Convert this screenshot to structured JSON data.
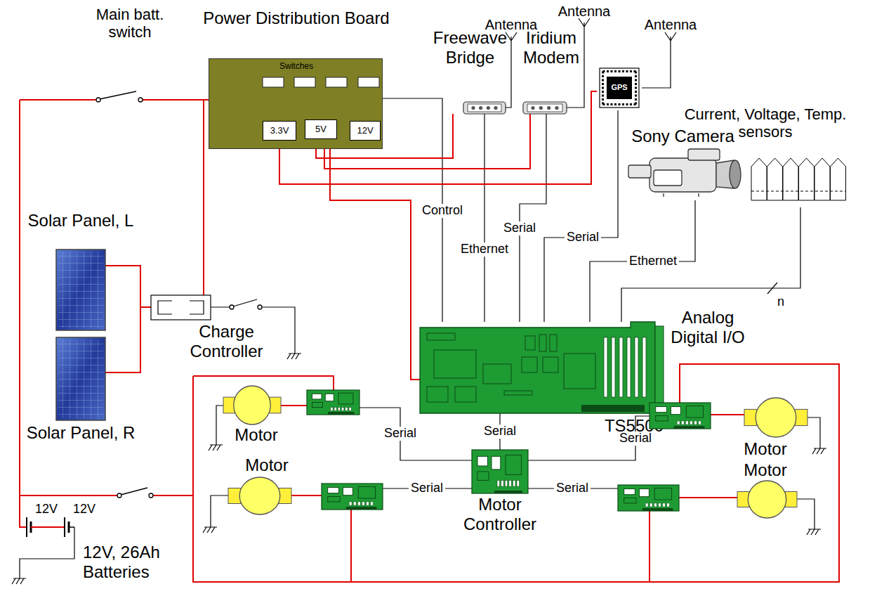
{
  "diagram": {
    "nodes": [
      {
        "text": [
          "Power Distribution Board",
          "Switches"
        ]
      },
      {
        "text": [
          "3.3V"
        ],
        "in": 0
      },
      {
        "text": [
          "5V"
        ],
        "in": 0
      },
      {
        "text": [
          "12V"
        ],
        "in": 0
      },
      {
        "text": [
          "Freewave Bridge"
        ]
      },
      {
        "text": [
          "Iridium Modem"
        ]
      },
      {
        "text": [
          "GPS"
        ]
      },
      {
        "text": [
          "Current, Voltage, Temp. sensors"
        ]
      },
      {
        "text": [
          "Sony Camera"
        ]
      },
      {
        "text": [
          "Solar Panel, L"
        ]
      },
      {
        "text": [
          "Charge Controller"
        ]
      },
      {
        "text": [
          "Solar Panel, R"
        ]
      },
      {
        "text": [
          "TS5500"
        ]
      },
      {
        "text": [
          "Motor"
        ]
      },
      {
        "text": [
          "Motor"
        ]
      },
      {
        "text": [
          "Motor"
        ]
      },
      {
        "text": [
          "Motor"
        ]
      },
      {
        "text": [
          "Motor Controller"
        ]
      }
    ],
    "edges": [
      {
        "from": 0,
        "to": 12,
        "arrow": "none",
        "label": "Control"
      },
      {
        "from": 4,
        "to": 12,
        "arrow": "none",
        "label": "Ethernet"
      },
      {
        "from": 5,
        "to": 12,
        "arrow": "none",
        "label": "Serial"
      },
      {
        "from": 6,
        "to": 12,
        "arrow": "none",
        "label": "Serial"
      },
      {
        "from": 8,
        "to": 12,
        "arrow": "none",
        "label": "Ethernet"
      },
      {
        "from": 7,
        "to": 12,
        "arrow": "none",
        "label": "n"
      },
      {
        "from": 12,
        "to": 17,
        "arrow": "none",
        "label": "Serial"
      },
      {
        "from": 17,
        "to": 13,
        "arrow": "none",
        "label": "Serial"
      },
      {
        "from": 17,
        "to": 14,
        "arrow": "none",
        "label": "Serial"
      },
      {
        "from": 17,
        "to": 15,
        "arrow": "none",
        "label": "Serial"
      },
      {
        "from": 17,
        "to": 16,
        "arrow": "none",
        "label": "Serial"
      },
      {
        "from": 1,
        "to": 6,
        "arrow": "none"
      },
      {
        "from": 2,
        "to": 4,
        "arrow": "none"
      },
      {
        "from": 2,
        "to": 5,
        "arrow": "none"
      },
      {
        "from": 2,
        "to": 12,
        "arrow": "none"
      },
      {
        "from": 9,
        "to": 10,
        "arrow": "none"
      },
      {
        "from": 11,
        "to": 10,
        "arrow": "none"
      },
      {
        "from": 10,
        "to": 0,
        "arrow": "none"
      }
    ],
    "labels": [
      "Main batt. switch",
      "Antenna",
      "Antenna",
      "Antenna",
      "Analog Digital I/O",
      "12V",
      "12V",
      "12V, 26Ah Batteries"
    ]
  }
}
